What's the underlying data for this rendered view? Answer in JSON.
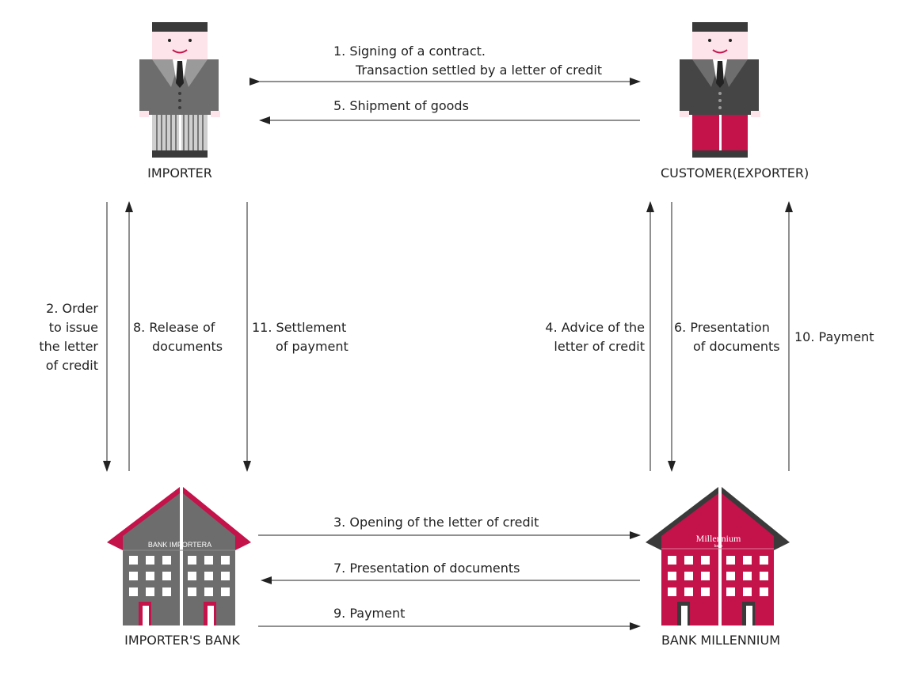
{
  "colors": {
    "accent": "#c4124b",
    "grey": "#6d6d6d",
    "dark": "#3a3a3a",
    "skin": "#fde3ea",
    "line": "#222222"
  },
  "icons": {
    "importer": "businessman-grey-suit-icon",
    "exporter": "businessman-dark-suit-icon",
    "importer_bank": "grey-bank-building-icon",
    "exporter_bank": "crimson-bank-building-icon"
  },
  "parties": {
    "importer": {
      "caption": [
        "IMPORTER"
      ]
    },
    "exporter": {
      "caption": [
        "CUSTOMER",
        "(EXPORTER)"
      ]
    },
    "importer_bank": {
      "caption": [
        "IMPORTER'S BANK"
      ],
      "sign": "BANK IMPORTERA"
    },
    "exporter_bank": {
      "caption": [
        "BANK MILLENNIUM"
      ],
      "sign": "Millennium",
      "sign_sub": "bank"
    }
  },
  "steps": {
    "s1": [
      "1.  Signing of a contract.",
      "Transaction settled by a letter of credit"
    ],
    "s2": [
      "2.  Order",
      "to issue",
      "the letter",
      "of credit"
    ],
    "s3": [
      "3.  Opening of the letter of credit"
    ],
    "s4": [
      "4.  Advice of the",
      "letter of credit"
    ],
    "s5": [
      "5.  Shipment of goods"
    ],
    "s6": [
      "6.  Presentation",
      "of documents"
    ],
    "s7": [
      "7.  Presentation of documents"
    ],
    "s8": [
      "8.  Release of",
      "documents"
    ],
    "s9": [
      "9.  Payment"
    ],
    "s10": [
      "10.  Payment"
    ],
    "s11": [
      "11.  Settlement",
      "of payment"
    ]
  }
}
